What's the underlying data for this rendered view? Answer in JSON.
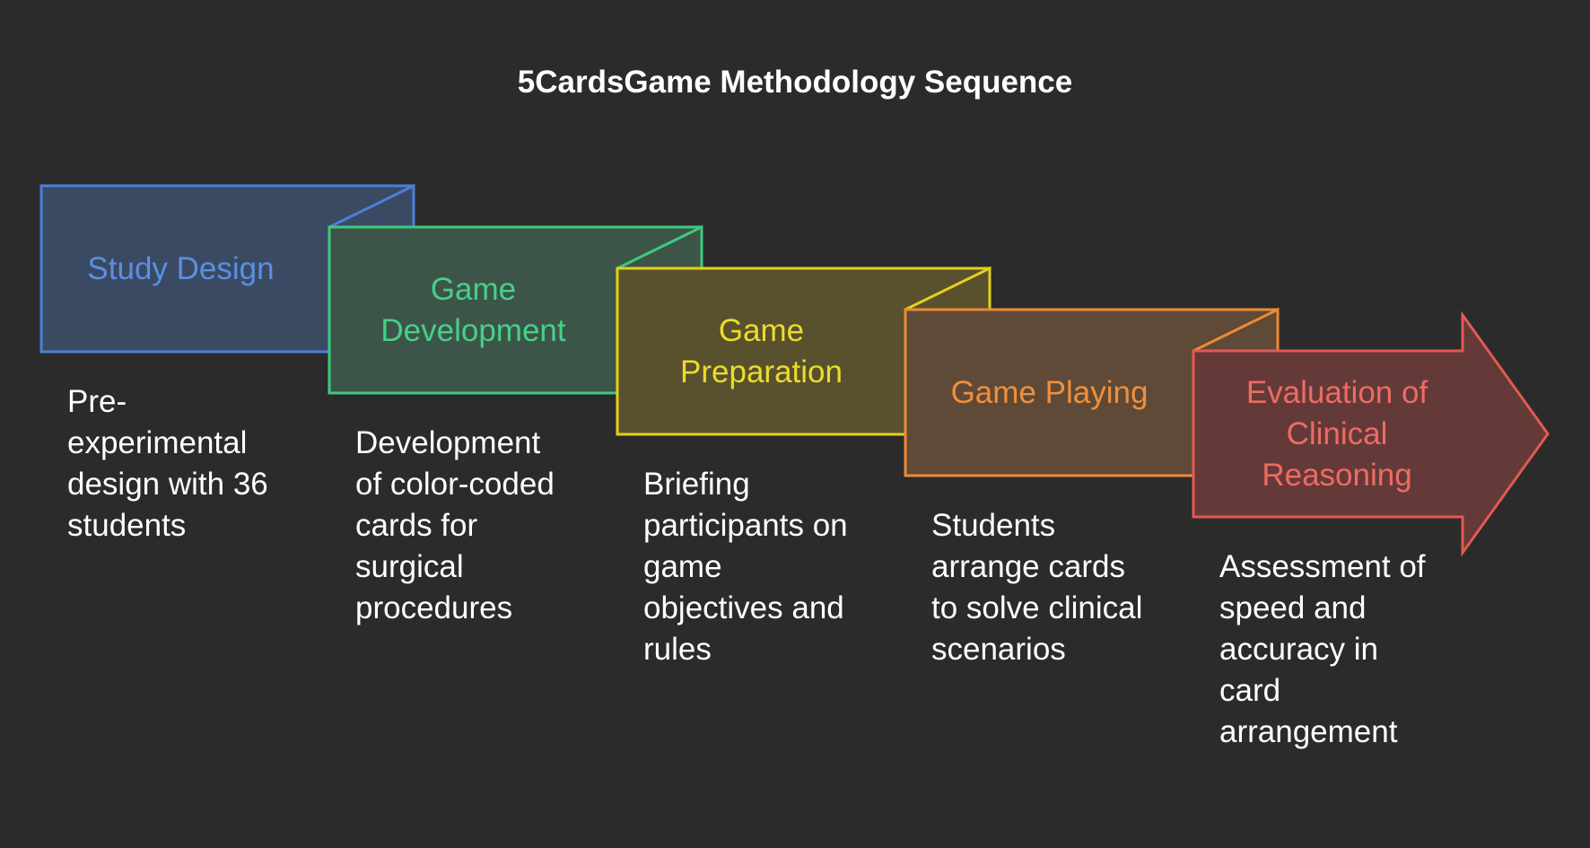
{
  "title": "5CardsGame Methodology Sequence",
  "steps": [
    {
      "label": "Study Design",
      "description": "Pre-\nexperimental\ndesign with 36\nstudents",
      "stroke": "#4a7fd9",
      "fill": "#3b4a63",
      "fold_fill": "#3b4a63",
      "text_color": "#5b8fe3"
    },
    {
      "label": "Game\nDevelopment",
      "description": "Development\nof color-coded\ncards for\nsurgical\nprocedures",
      "stroke": "#3ec97f",
      "fill": "#3d5549",
      "fold_fill": "#3d5549",
      "text_color": "#46d088"
    },
    {
      "label": "Game\nPreparation",
      "description": "Briefing\nparticipants on\ngame\nobjectives and\nrules",
      "stroke": "#e2d21a",
      "fill": "#59512e",
      "fold_fill": "#59512e",
      "text_color": "#ecdc2a"
    },
    {
      "label": "Game Playing",
      "description": "Students\narrange cards\nto solve clinical\nscenarios",
      "stroke": "#ee8a34",
      "fill": "#5e4a37",
      "fold_fill": "#5e4a37",
      "text_color": "#f28f3a"
    },
    {
      "label": "Evaluation of\nClinical\nReasoning",
      "description": "Assessment of\nspeed and\naccuracy in\ncard\narrangement",
      "stroke": "#e25a52",
      "fill": "#643a38",
      "fold_fill": "#643a38",
      "text_color": "#ee6b63"
    }
  ]
}
